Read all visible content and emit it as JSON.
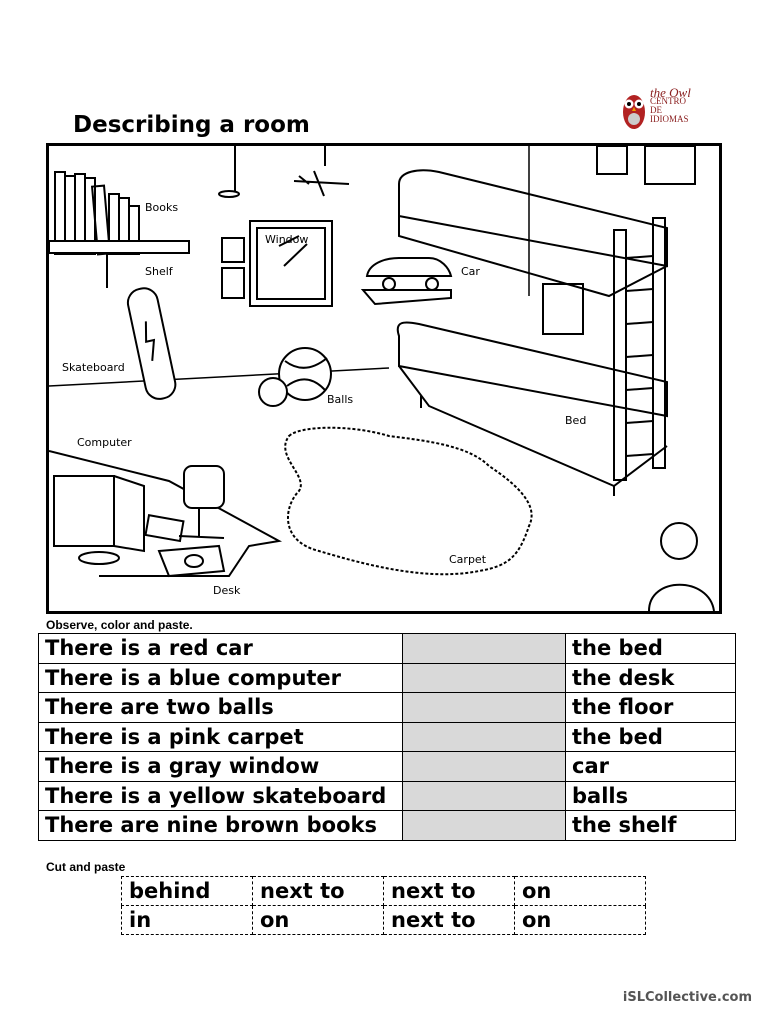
{
  "title": "Describing a room",
  "logo": {
    "brand": "the Owl",
    "line1": "CENTRO",
    "line2": "DE",
    "line3": "IDIOMAS"
  },
  "scene_labels": {
    "books": "Books",
    "shelf": "Shelf",
    "window": "Window",
    "car": "Car",
    "skateboard": "Skateboard",
    "balls": "Balls",
    "bed": "Bed",
    "computer": "Computer",
    "carpet": "Carpet",
    "desk": "Desk"
  },
  "instruction": "Observe, color and paste.",
  "rows": [
    {
      "sentence": "There is a red car",
      "answer": "",
      "place": "the bed"
    },
    {
      "sentence": "There is a blue computer",
      "answer": "",
      "place": "the desk"
    },
    {
      "sentence": "There are two balls",
      "answer": "",
      "place": "the floor"
    },
    {
      "sentence": "There is a pink carpet",
      "answer": "",
      "place": "the bed"
    },
    {
      "sentence": "There is a gray window",
      "answer": "",
      "place": "car"
    },
    {
      "sentence": "There is a yellow skateboard",
      "answer": "",
      "place": "balls"
    },
    {
      "sentence": "There are nine brown books",
      "answer": "",
      "place": "the shelf"
    }
  ],
  "cut_title": "Cut and paste",
  "cut_words": [
    [
      "behind",
      "next to",
      "next to",
      "on"
    ],
    [
      "in",
      "on",
      "next to",
      "on"
    ]
  ],
  "footer": "iSLCollective.com"
}
